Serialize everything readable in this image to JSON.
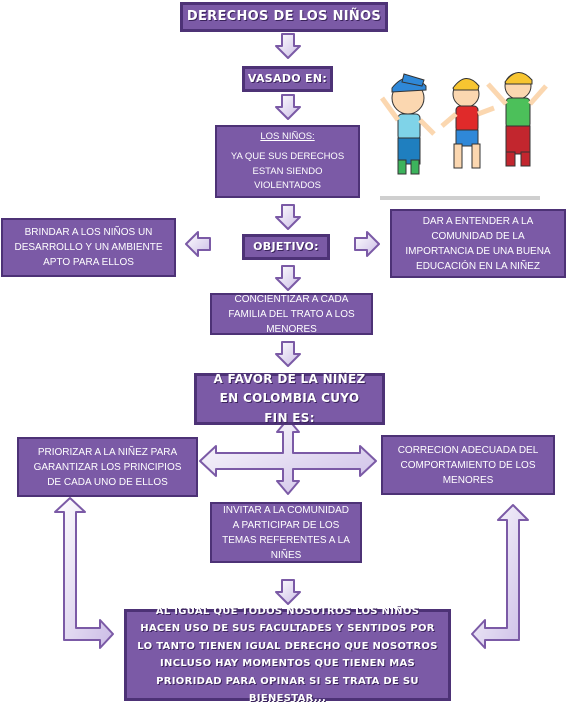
{
  "diagram": {
    "title": "DERECHOS DE LOS NIÑOS",
    "vasado": "VASADO EN:",
    "ninos": {
      "label": "LOS NIÑOS:",
      "text": "YA QUE SUS DERECHOS ESTAN SIENDO VIOLENTADOS"
    },
    "objetivo": "OBJETIVO:",
    "left_goal": "BRINDAR A LOS NIÑOS UN DESARROLLO Y UN AMBIENTE APTO PARA ELLOS",
    "right_goal": "DAR A ENTENDER A LA COMUNIDAD DE LA IMPORTANCIA DE UNA BUENA EDUCACIÓN EN LA NIÑEZ",
    "concientizar": "CONCIENTIZAR A CADA FAMILIA DEL TRATO A LOS MENORES",
    "favor": "A FAVOR DE LA NIÑEZ EN COLOMBIA CUYO FIN ES:",
    "priorizar": "PRIORIZAR A LA NIÑEZ PARA GARANTIZAR LOS PRINCIPIOS DE CADA UNO DE ELLOS",
    "correcion": "CORRECION  ADECUADA DEL COMPORTAMIENTO DE LOS MENORES",
    "invitar": "INVITAR A LA COMUNIDAD A PARTICIPAR DE LOS TEMAS REFERENTES A LA NIÑES",
    "conclusion": "AL IGUAL QUE TODOS NOSOTROS LOS NIÑOS HACEN USO DE SUS FACULTADES Y SENTIDOS POR LO TANTO TIENEN IGUAL DERECHO QUE NOSOTROS INCLUSO HAY MOMENTOS QUE TIENEN MAS PRIORIDAD PARA OPINAR SI SE TRATA DE SU BIENESTAR..."
  },
  "colors": {
    "box_fill": "#7b5aa6",
    "box_border": "#4d3276",
    "arrow_fill": "#dcd2ee",
    "arrow_stroke": "#7b5aa6"
  },
  "image": {
    "name": "children-illustration"
  }
}
